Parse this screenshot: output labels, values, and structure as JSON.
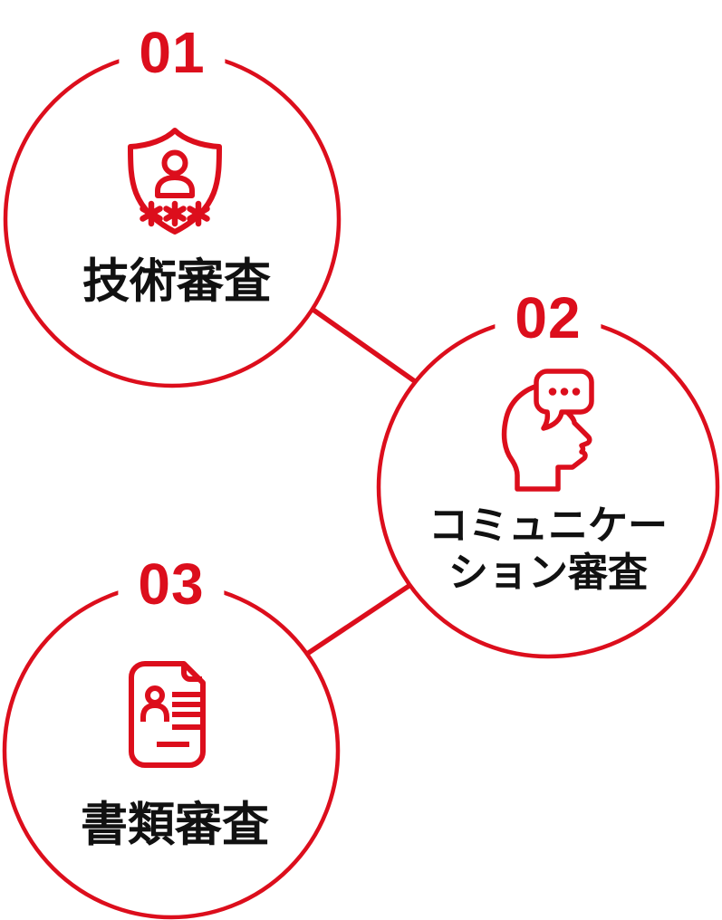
{
  "diagram": {
    "kind": "numbered-process-circles",
    "colors": {
      "accent_red": "#DC0E1C",
      "text_black": "#111111",
      "background": "#FFFFFF"
    },
    "steps": [
      {
        "number": "01",
        "label": "技術審査",
        "label_lines": [
          "技術審査"
        ],
        "icon": "shield-user-password-icon"
      },
      {
        "number": "02",
        "label": "コミュニケーション審査",
        "label_lines": [
          "コミュニケー",
          "ション審査"
        ],
        "icon": "head-speech-bubble-icon"
      },
      {
        "number": "03",
        "label": "書類審査",
        "label_lines": [
          "書類審査"
        ],
        "icon": "document-profile-icon"
      }
    ]
  }
}
